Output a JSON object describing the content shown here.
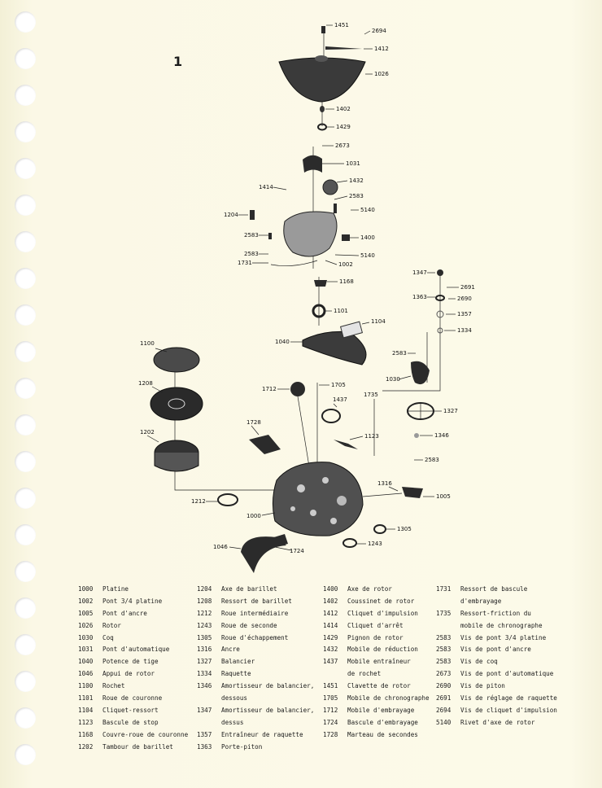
{
  "page_number": "1",
  "diagram_labels": {
    "1451": "1451",
    "2694": "2694",
    "1412": "1412",
    "1026": "1026",
    "1402": "1402",
    "1429": "1429",
    "2673": "2673",
    "1031": "1031",
    "1432": "1432",
    "1414": "1414",
    "2583a": "2583",
    "1204": "1204",
    "5140a": "5140",
    "2583b": "2583",
    "1400": "1400",
    "2583c": "2583",
    "5140b": "5140",
    "1731": "1731",
    "1002": "1002",
    "1168": "1168",
    "1101": "1101",
    "1104": "1104",
    "1040": "1040",
    "1347": "1347",
    "2691": "2691",
    "1363": "1363",
    "2690": "2690",
    "1357": "1357",
    "1334": "1334",
    "1100": "1100",
    "2583d": "2583",
    "1030": "1030",
    "1208": "1208",
    "1712": "1712",
    "1705": "1705",
    "1735": "1735",
    "1437": "1437",
    "1327": "1327",
    "1728": "1728",
    "1123": "1123",
    "1346": "1346",
    "1202": "1202",
    "2583e": "2583",
    "1316": "1316",
    "1005": "1005",
    "1212": "1212",
    "1000": "1000",
    "1305": "1305",
    "1046": "1046",
    "1724": "1724",
    "1243": "1243"
  },
  "legend": {
    "columns": [
      [
        {
          "code": "1000",
          "name": "Platine"
        },
        {
          "code": "1002",
          "name": "Pont 3/4 platine"
        },
        {
          "code": "1005",
          "name": "Pont d'ancre"
        },
        {
          "code": "1026",
          "name": "Rotor"
        },
        {
          "code": "1030",
          "name": "Coq"
        },
        {
          "code": "1031",
          "name": "Pont d'automatique"
        },
        {
          "code": "1040",
          "name": "Potence de tige"
        },
        {
          "code": "1046",
          "name": "Appui de rotor"
        },
        {
          "code": "1100",
          "name": "Rochet"
        },
        {
          "code": "1101",
          "name": "Roue de couronne"
        },
        {
          "code": "1104",
          "name": "Cliquet-ressort"
        },
        {
          "code": "1123",
          "name": "Bascule de stop"
        },
        {
          "code": "1168",
          "name": "Couvre-roue de couronne"
        },
        {
          "code": "1202",
          "name": "Tambour de barillet"
        }
      ],
      [
        {
          "code": "1204",
          "name": "Axe de barillet"
        },
        {
          "code": "1208",
          "name": "Ressort de barillet"
        },
        {
          "code": "1212",
          "name": "Roue intermédiaire"
        },
        {
          "code": "1243",
          "name": "Roue de seconde"
        },
        {
          "code": "1305",
          "name": "Roue d'échappement"
        },
        {
          "code": "1316",
          "name": "Ancre"
        },
        {
          "code": "1327",
          "name": "Balancier"
        },
        {
          "code": "1334",
          "name": "Raquette"
        },
        {
          "code": "1346",
          "name": "Amortisseur de balancier,",
          "cont": "dessous"
        },
        {
          "code": "1347",
          "name": "Amortisseur de balancier,",
          "cont": "dessus"
        },
        {
          "code": "1357",
          "name": "Entraîneur de raquette"
        },
        {
          "code": "1363",
          "name": "Porte-piton"
        }
      ],
      [
        {
          "code": "1400",
          "name": "Axe de rotor"
        },
        {
          "code": "1402",
          "name": "Coussinet de rotor"
        },
        {
          "code": "1412",
          "name": "Cliquet d'impulsion"
        },
        {
          "code": "1414",
          "name": "Cliquet d'arrêt"
        },
        {
          "code": "1429",
          "name": "Pignon de rotor"
        },
        {
          "code": "1432",
          "name": "Mobile de réduction"
        },
        {
          "code": "1437",
          "name": "Mobile entraîneur",
          "cont": "de rochet"
        },
        {
          "code": "1451",
          "name": "Clavette de rotor"
        },
        {
          "code": "1705",
          "name": "Mobile de chronographe"
        },
        {
          "code": "1712",
          "name": "Mobile d'embrayage"
        },
        {
          "code": "1724",
          "name": "Bascule d'embrayage"
        },
        {
          "code": "1728",
          "name": "Marteau de secondes"
        }
      ],
      [
        {
          "code": "1731",
          "name": "Ressort de bascule",
          "cont": "d'embrayage"
        },
        {
          "code": "1735",
          "name": "Ressort-friction du",
          "cont": "mobile de chronographe"
        },
        {
          "code": "2583",
          "name": "Vis de pont 3/4 platine"
        },
        {
          "code": "2583",
          "name": "Vis de pont d'ancre"
        },
        {
          "code": "2583",
          "name": "Vis de coq"
        },
        {
          "code": "2673",
          "name": "Vis de pont d'automatique"
        },
        {
          "code": "2690",
          "name": "Vis de piton"
        },
        {
          "code": "2691",
          "name": "Vis de réglage de raquette"
        },
        {
          "code": "2694",
          "name": "Vis de cliquet d'impulsion"
        },
        {
          "code": "5140",
          "name": "Rivet d'axe de rotor"
        }
      ]
    ]
  }
}
